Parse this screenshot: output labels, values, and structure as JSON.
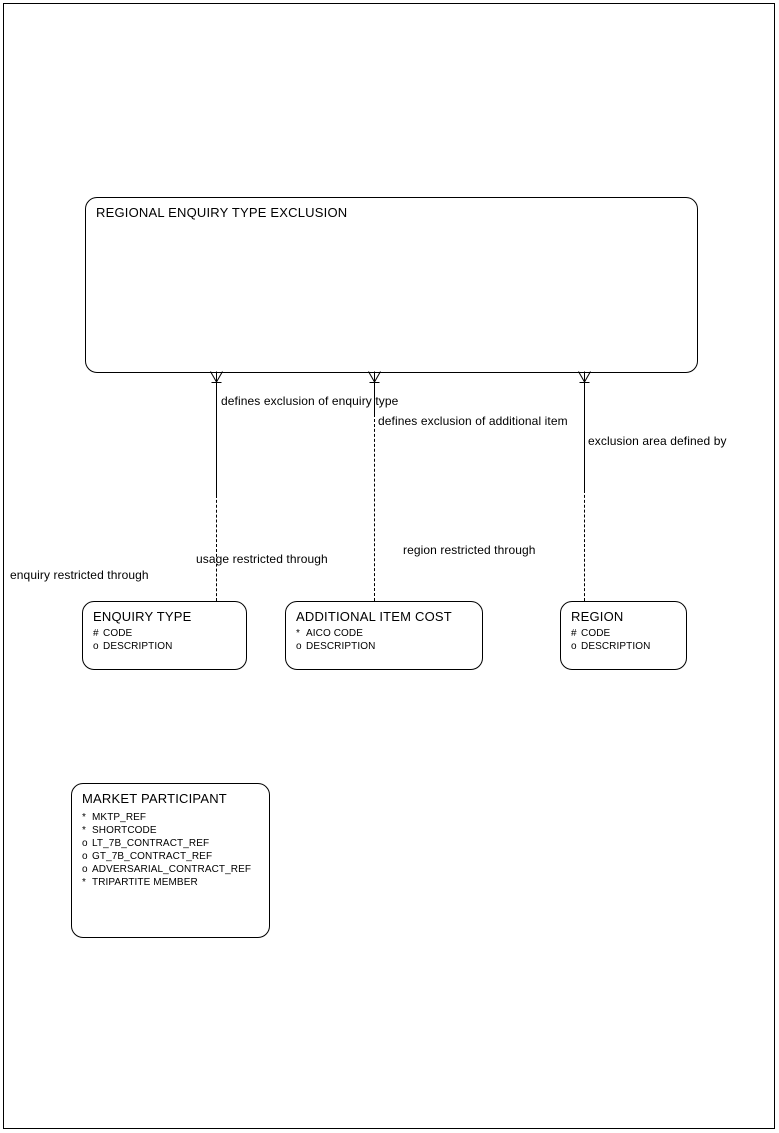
{
  "diagram": {
    "title": "REGIONAL ENQUIRY TYPE EXCLUSION"
  },
  "entities": {
    "regional_enquiry_type_exclusion": {
      "name": "REGIONAL ENQUIRY TYPE EXCLUSION",
      "attributes": []
    },
    "enquiry_type": {
      "name": "ENQUIRY TYPE",
      "attributes": [
        {
          "mark": "#",
          "label": "CODE"
        },
        {
          "mark": "o",
          "label": "DESCRIPTION"
        }
      ]
    },
    "additional_item_cost": {
      "name": "ADDITIONAL ITEM COST",
      "attributes": [
        {
          "mark": "*",
          "label": "AICO CODE"
        },
        {
          "mark": "o",
          "label": "DESCRIPTION"
        }
      ]
    },
    "region": {
      "name": "REGION",
      "attributes": [
        {
          "mark": "#",
          "label": "CODE"
        },
        {
          "mark": "o",
          "label": "DESCRIPTION"
        }
      ]
    },
    "market_participant": {
      "name": "MARKET PARTICIPANT",
      "attributes": [
        {
          "mark": "*",
          "label": "MKTP_REF"
        },
        {
          "mark": "*",
          "label": "SHORTCODE"
        },
        {
          "mark": "o",
          "label": "LT_7B_CONTRACT_REF"
        },
        {
          "mark": "o",
          "label": "GT_7B_CONTRACT_REF"
        },
        {
          "mark": "o",
          "label": "ADVERSARIAL_CONTRACT_REF"
        },
        {
          "mark": "*",
          "label": "TRIPARTITE MEMBER"
        }
      ]
    }
  },
  "relationships": [
    {
      "id": "enquiry-type-relationship",
      "top_label": "defines exclusion of enquiry type",
      "bottom_label": "enquiry restricted through"
    },
    {
      "id": "additional-item-relationship",
      "top_label": "defines exclusion of additional item",
      "bottom_label": "usage restricted through"
    },
    {
      "id": "region-relationship",
      "top_label": "exclusion area defined by",
      "bottom_label": "region restricted through"
    }
  ],
  "colors": {
    "line": "#000000",
    "background": "#ffffff",
    "text": "#000000"
  }
}
